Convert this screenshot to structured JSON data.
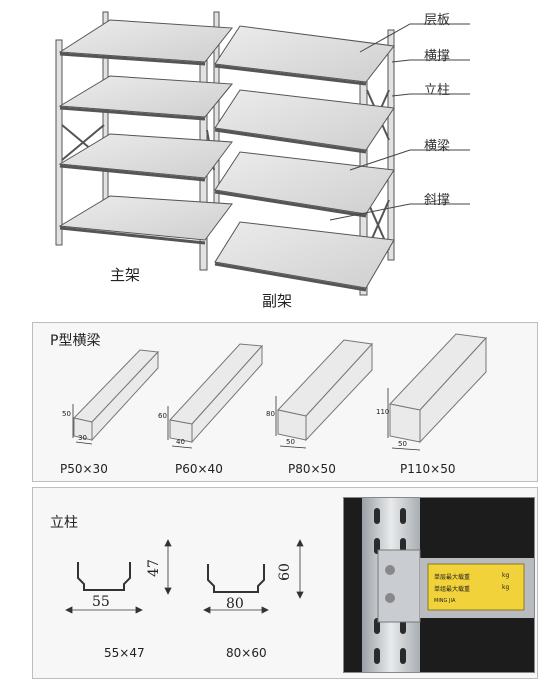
{
  "top": {
    "labels": [
      "层板",
      "横撑",
      "立柱",
      "横梁",
      "斜撑"
    ],
    "main_rack": "主架",
    "sub_rack": "副架"
  },
  "beam_panel": {
    "title": "P型横梁",
    "items": [
      {
        "caption": "P50×30",
        "h": "50",
        "w": "30"
      },
      {
        "caption": "P60×40",
        "h": "60",
        "w": "40"
      },
      {
        "caption": "P80×50",
        "h": "80",
        "w": "50"
      },
      {
        "caption": "P110×50",
        "h": "110",
        "w": "50"
      }
    ]
  },
  "post_panel": {
    "title": "立柱",
    "items": [
      {
        "caption": "55×47",
        "w": "55",
        "h": "47"
      },
      {
        "caption": "80×60",
        "w": "80",
        "h": "60"
      }
    ],
    "photo_plate": {
      "line1": "单层最大载重",
      "unit1": "kg",
      "line2": "单组最大载重",
      "unit2": "kg",
      "brand": "MING JIA"
    }
  }
}
